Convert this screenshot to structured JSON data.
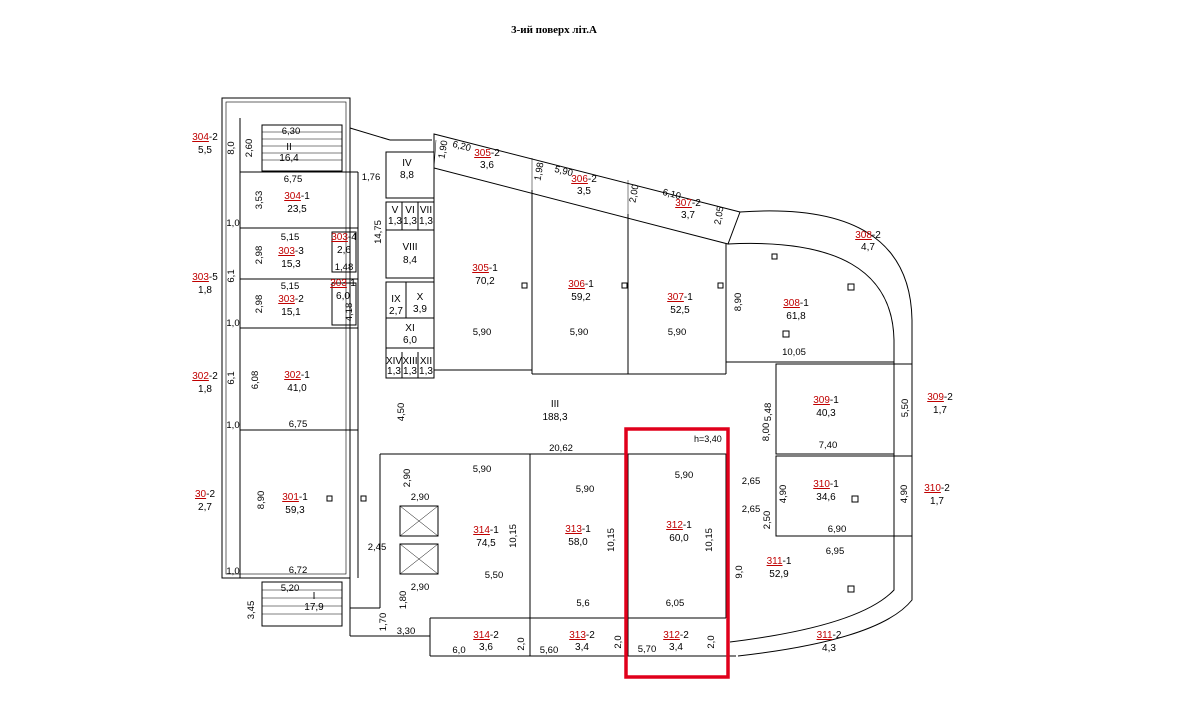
{
  "title": "3-ий поверх літ.А",
  "highlight": {
    "color": "#e0001b",
    "height_note": "h=3,40"
  },
  "colors": {
    "room_number": "#c00000",
    "wall": "#000000"
  },
  "rooms": [
    {
      "id": "304",
      "suffix": "-2",
      "area": "5,5"
    },
    {
      "id": "",
      "suffix": "II",
      "area": "16,4"
    },
    {
      "id": "304",
      "suffix": "-1",
      "area": "23,5"
    },
    {
      "id": "303",
      "suffix": "-3",
      "area": "15,3"
    },
    {
      "id": "303",
      "suffix": "-4",
      "area": "2,6"
    },
    {
      "id": "303",
      "suffix": "-5",
      "area": "1,8"
    },
    {
      "id": "303",
      "suffix": "-2",
      "area": "15,1"
    },
    {
      "id": "303",
      "suffix": "-1",
      "area": "6,0"
    },
    {
      "id": "302",
      "suffix": "-2",
      "area": "1,8"
    },
    {
      "id": "302",
      "suffix": "-1",
      "area": "41,0"
    },
    {
      "id": "30",
      "suffix": "-2",
      "area": "2,7"
    },
    {
      "id": "301",
      "suffix": "-1",
      "area": "59,3"
    },
    {
      "id": "",
      "suffix": "I",
      "area": "17,9"
    },
    {
      "id": "",
      "suffix": "IV",
      "area": "8,8"
    },
    {
      "id": "",
      "suffix": "V",
      "area": "1,3"
    },
    {
      "id": "",
      "suffix": "VI",
      "area": "1,3"
    },
    {
      "id": "",
      "suffix": "VII",
      "area": "1,3"
    },
    {
      "id": "",
      "suffix": "VIII",
      "area": "8,4"
    },
    {
      "id": "",
      "suffix": "IX",
      "area": "2,7"
    },
    {
      "id": "",
      "suffix": "X",
      "area": "3,9"
    },
    {
      "id": "",
      "suffix": "XI",
      "area": "6,0"
    },
    {
      "id": "",
      "suffix": "XIV",
      "area": "1,3"
    },
    {
      "id": "",
      "suffix": "XIII",
      "area": "1,3"
    },
    {
      "id": "",
      "suffix": "XII",
      "area": "1,3"
    },
    {
      "id": "305",
      "suffix": "-2",
      "area": "3,6"
    },
    {
      "id": "305",
      "suffix": "-1",
      "area": "70,2"
    },
    {
      "id": "306",
      "suffix": "-2",
      "area": "3,5"
    },
    {
      "id": "306",
      "suffix": "-1",
      "area": "59,2"
    },
    {
      "id": "307",
      "suffix": "-2",
      "area": "3,7"
    },
    {
      "id": "307",
      "suffix": "-1",
      "area": "52,5"
    },
    {
      "id": "308",
      "suffix": "-2",
      "area": "4,7"
    },
    {
      "id": "308",
      "suffix": "-1",
      "area": "61,8"
    },
    {
      "id": "",
      "suffix": "III",
      "area": "188,3"
    },
    {
      "id": "309",
      "suffix": "-1",
      "area": "40,3"
    },
    {
      "id": "309",
      "suffix": "-2",
      "area": "1,7"
    },
    {
      "id": "310",
      "suffix": "-1",
      "area": "34,6"
    },
    {
      "id": "310",
      "suffix": "-2",
      "area": "1,7"
    },
    {
      "id": "311",
      "suffix": "-1",
      "area": "52,9"
    },
    {
      "id": "311",
      "suffix": "-2",
      "area": "4,3"
    },
    {
      "id": "314",
      "suffix": "-1",
      "area": "74,5"
    },
    {
      "id": "313",
      "suffix": "-1",
      "area": "58,0"
    },
    {
      "id": "312",
      "suffix": "-1",
      "area": "60,0"
    },
    {
      "id": "314",
      "suffix": "-2",
      "area": "3,6"
    },
    {
      "id": "313",
      "suffix": "-2",
      "area": "3,4"
    },
    {
      "id": "312",
      "suffix": "-2",
      "area": "3,4"
    }
  ],
  "dimensions": [
    "6,30",
    "2,60",
    "8,0",
    "6,75",
    "3,53",
    "1,0",
    "5,15",
    "2,98",
    "6,1",
    "1,48",
    "5,15",
    "2,98",
    "4,18",
    "1,0",
    "6,08",
    "6,1",
    "6,75",
    "1,0",
    "8,90",
    "6,72",
    "1,0",
    "5,20",
    "3,45",
    "1,76",
    "14,75",
    "4,50",
    "1,90",
    "6,20",
    "1,98",
    "5,90",
    "2,00",
    "6,10",
    "2,05",
    "5,90",
    "5,90",
    "5,90",
    "8,90",
    "10,05",
    "20,62",
    "5,48",
    "8,00",
    "5,50",
    "7,40",
    "2,65",
    "2,65",
    "4,90",
    "2,50",
    "6,90",
    "4,90",
    "6,95",
    "9,0",
    "2,90",
    "2,90",
    "2,45",
    "2,90",
    "1,80",
    "1,70",
    "3,30",
    "5,90",
    "10,15",
    "5,50",
    "5,90",
    "10,15",
    "5,6",
    "5,90",
    "10,15",
    "6,05",
    "6,0",
    "2,0",
    "5,60",
    "2,0",
    "5,70",
    "2,0"
  ]
}
